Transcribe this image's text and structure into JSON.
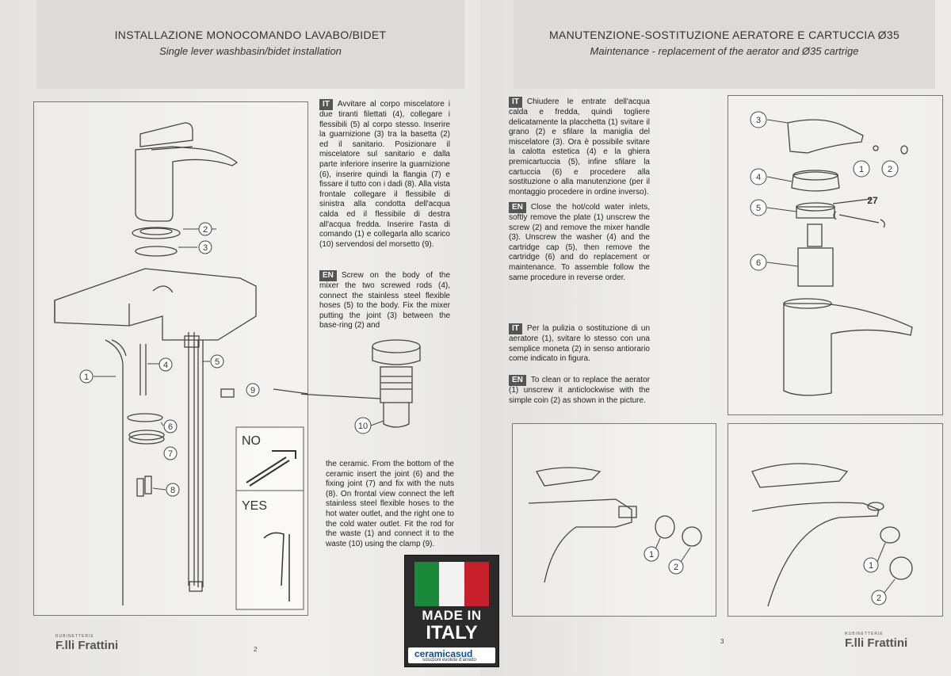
{
  "left": {
    "title": "INSTALLAZIONE MONOCOMANDO LAVABO/BIDET",
    "subtitle": "Single lever washbasin/bidet installation",
    "it_tag": "IT",
    "it_text": "Avvitare al corpo miscelatore i due tiranti filettati (4), collegare i flessibili (5) al corpo stesso. Inserire la guarnizione (3) tra la basetta (2) ed il sanitario. Posizionare il miscelatore sul sanitario e dalla parte inferiore inserire la guarnizione (6), inserire quindi la flangia (7) e fissare il tutto con i dadi (8). Alla vista frontale collegare il flessibile di sinistra alla condotta dell'acqua calda ed il flessibile di destra all'acqua fredda. Inserire l'asta di comando (1) e collegarla allo scarico (10) servendosi del morsetto (9).",
    "en_tag": "EN",
    "en_text": "Screw on the body of the mixer the two screwed rods (4), connect the stainless steel flexible hoses (5) to the body. Fix the mixer putting the joint (3) between the base-ring (2) and",
    "en_text_cont": "the ceramic. From the bottom of the ceramic insert the joint (6) and the fixing joint (7) and fix with the nuts (8). On frontal view connect the left stainless steel flexible hoses to the hot water outlet, and the right one to the cold water outlet. Fit the rod for the waste (1) and connect it to the waste (10) using the clamp (9).",
    "callouts": [
      "1",
      "2",
      "3",
      "4",
      "5",
      "6",
      "7",
      "8",
      "9",
      "10"
    ],
    "no_label": "NO",
    "yes_label": "YES",
    "brand": "F.lli Frattini",
    "brand_small": "RUBINETTERIE",
    "page_number": "2"
  },
  "right": {
    "title": "MANUTENZIONE-SOSTITUZIONE AERATORE E CARTUCCIA Ø35",
    "subtitle": "Maintenance - replacement of the aerator and Ø35 cartrige",
    "it1_tag": "IT",
    "it1_text": "Chiudere le entrate dell'acqua calda e fredda, quindi togliere delicatamente la placchetta (1) svitare il grano (2) e sfilare la maniglia del miscelatore (3). Ora è possibile svitare la calotta estetica (4) e la ghiera premicartuccia (5), infine sfilare la cartuccia (6) e procedere alla sostituzione o alla manutenzione (per il montaggio procedere in ordine inverso).",
    "en1_tag": "EN",
    "en1_text": "Close the hot/cold water inlets, softly remove the plate (1) unscrew the screw (2) and remove the mixer handle (3). Unscrew the washer (4) and the cartridge cap (5), then remove the cartridge (6) and do replacement or maintenance. To assemble follow the same procedure in reverse order.",
    "it2_tag": "IT",
    "it2_text": "Per la pulizia o sostituzione di un aeratore (1), svitare lo stesso con una semplice moneta (2) in senso antiorario come indicato in figura.",
    "en2_tag": "EN",
    "en2_text": "To clean or to replace the aerator (1) unscrew it anticlockwise with the simple coin (2) as shown in the picture.",
    "callouts": [
      "1",
      "2",
      "3",
      "4",
      "5",
      "6"
    ],
    "wrench_size": "27",
    "brand": "F.lli Frattini",
    "brand_small": "RUBINETTERIE",
    "page_number": "3"
  },
  "badge": {
    "made": "MADE IN",
    "italy": "ITALY",
    "company": "ceramicasud",
    "tagline": "soluzioni evolute d'arredo",
    "flag_colors": [
      "#1a8a3a",
      "#f2f2f2",
      "#c8202a"
    ]
  }
}
